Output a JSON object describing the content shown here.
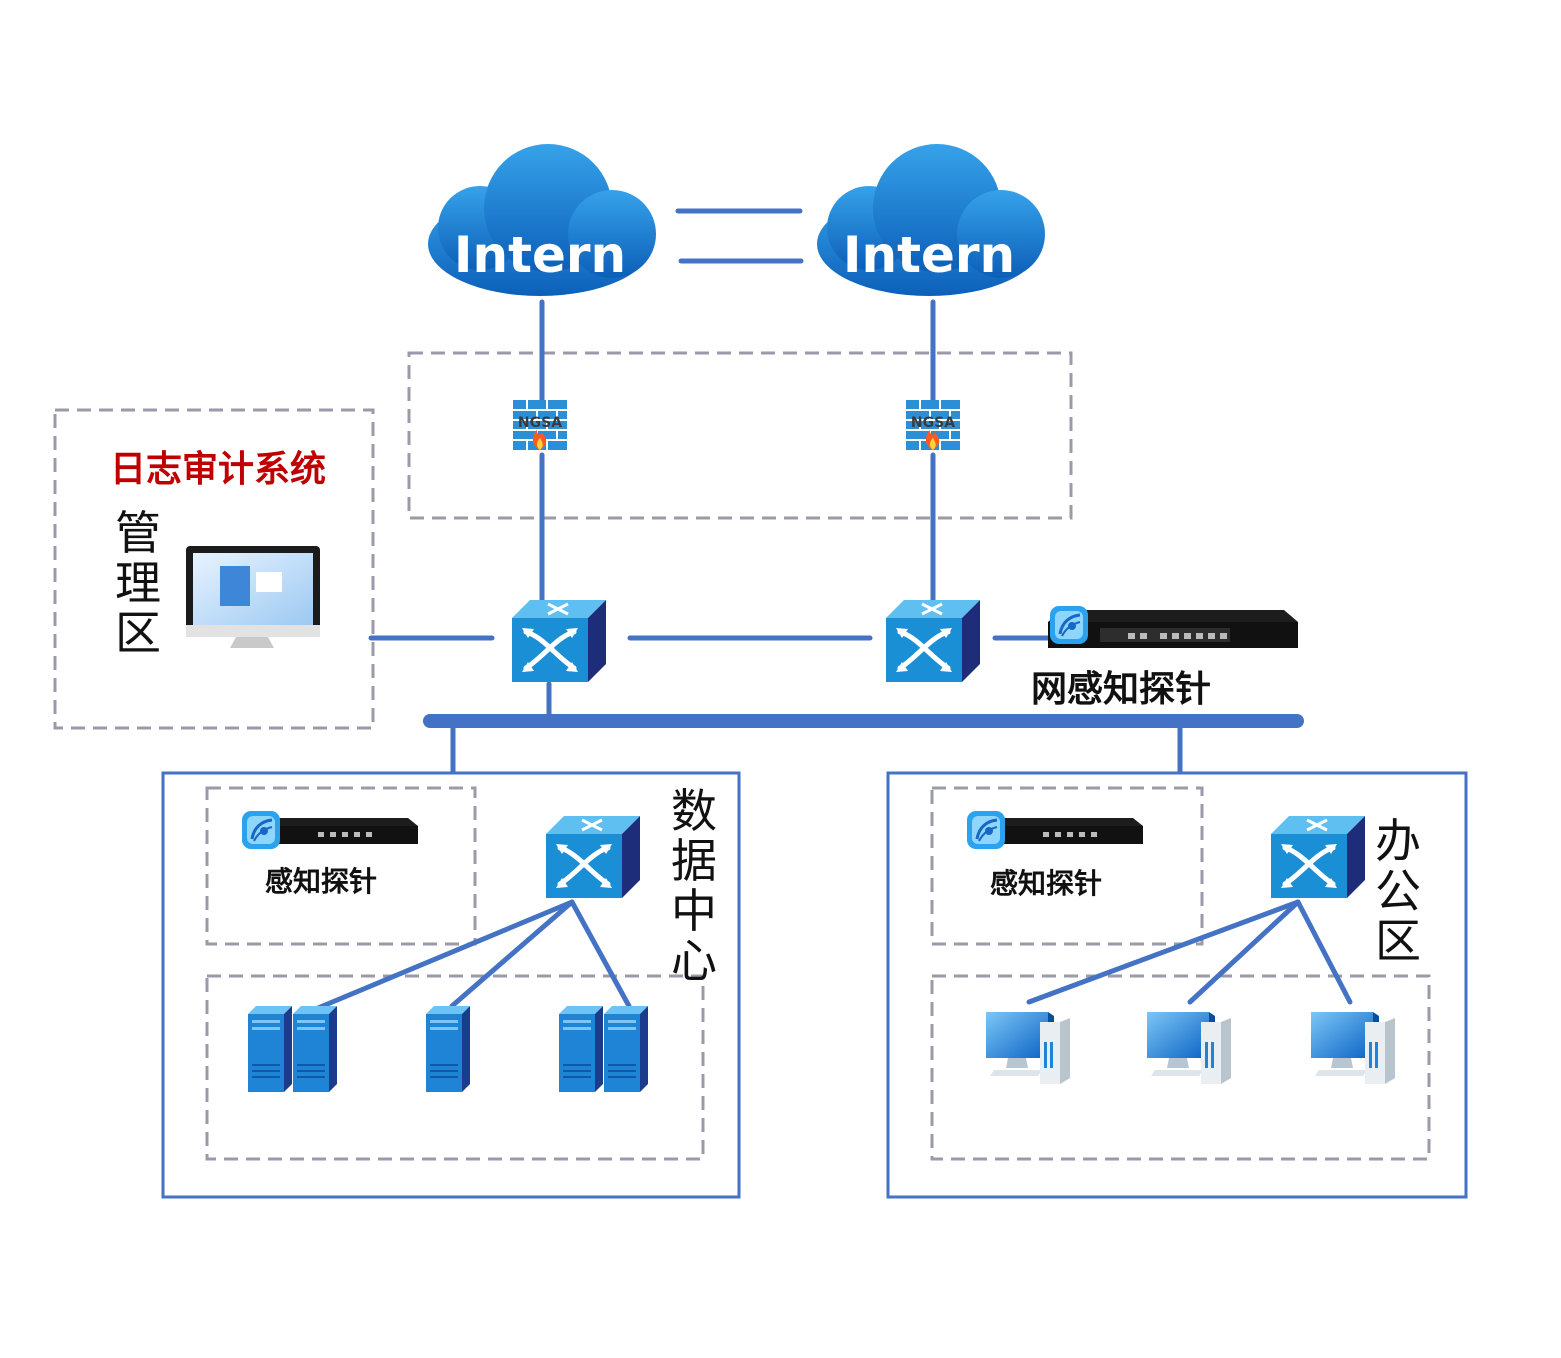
{
  "colors": {
    "link": "#4472c4",
    "zone_solid": "#4472c4",
    "zone_dashed": "#9a9aa8",
    "title_red": "#c00000",
    "cloud": "#1a6fc7",
    "switch": "#1e8fd0",
    "server": "#1f84d6"
  },
  "clouds": [
    {
      "label": "Intern"
    },
    {
      "label": "Intern"
    }
  ],
  "firewalls": [
    {
      "label": "NGSA"
    },
    {
      "label": "NGSA"
    }
  ],
  "management": {
    "title": "日志审计系统",
    "label": "管理区"
  },
  "core_probe": {
    "label": "网感知探针"
  },
  "data_center": {
    "label": "数据中心",
    "probe_label": "感知探针",
    "servers": [
      {
        "type": "server-pair"
      },
      {
        "type": "server-single"
      },
      {
        "type": "server-pair"
      }
    ]
  },
  "office": {
    "label": "办公区",
    "probe_label": "感知探针",
    "pcs": [
      {
        "type": "pc"
      },
      {
        "type": "pc"
      },
      {
        "type": "pc"
      }
    ]
  }
}
